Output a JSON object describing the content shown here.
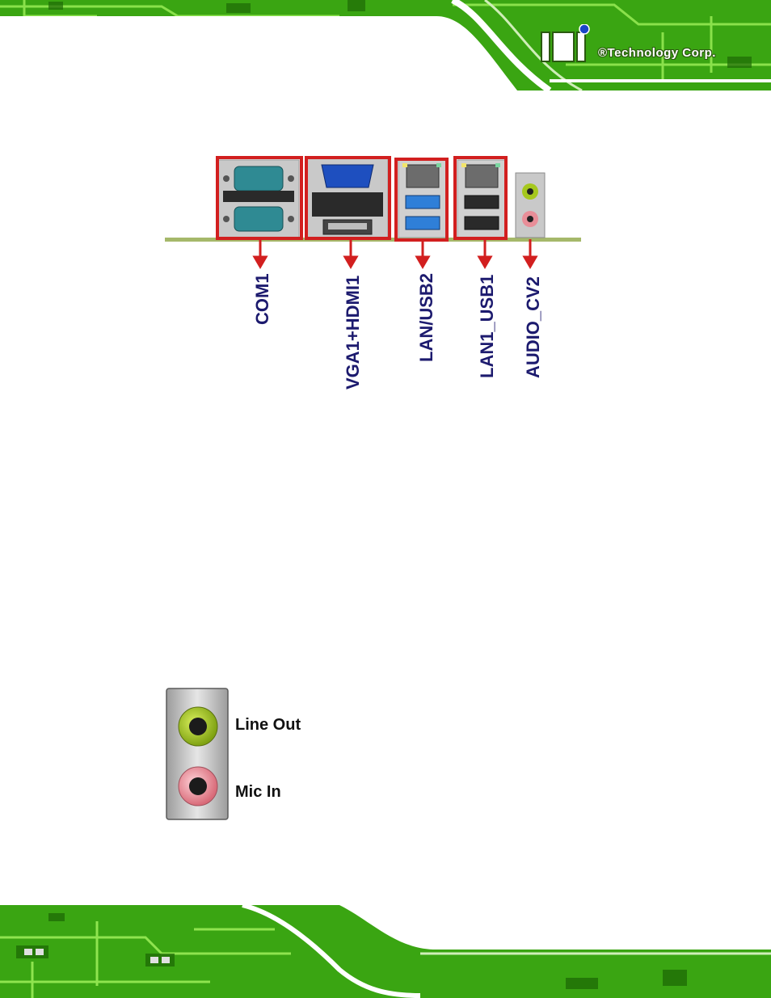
{
  "header": {
    "brand_mark": "iEi",
    "brand_name": "®Technology Corp."
  },
  "figure": {
    "connectors": [
      {
        "id": "com",
        "label": "COM1"
      },
      {
        "id": "vga-hdmi",
        "label": "VGA1+HDMI1"
      },
      {
        "id": "lan-usb2",
        "label": "LAN/USB2"
      },
      {
        "id": "lan1-usb1",
        "label": "LAN1_USB1"
      },
      {
        "id": "audio",
        "label": "AUDIO_CV2"
      }
    ]
  },
  "audio_jacks": {
    "line_out": "Line Out",
    "mic_in": "Mic In"
  },
  "colors": {
    "pcb_green": "#4fbf1a",
    "highlight_red": "#d21f1f",
    "label_navy": "#1c1a6e",
    "line_out_green": "#a6c81e",
    "mic_pink": "#e88e98"
  }
}
